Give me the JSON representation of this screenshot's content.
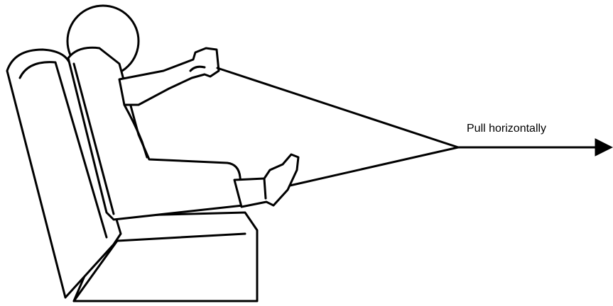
{
  "diagram": {
    "label": "Pull horizontally",
    "icon_names": [
      "seat-back",
      "seat-cushion",
      "occupant-figure",
      "strap-lines",
      "arrow-head"
    ],
    "colors": {
      "line": "#000000",
      "background": "#ffffff"
    }
  }
}
